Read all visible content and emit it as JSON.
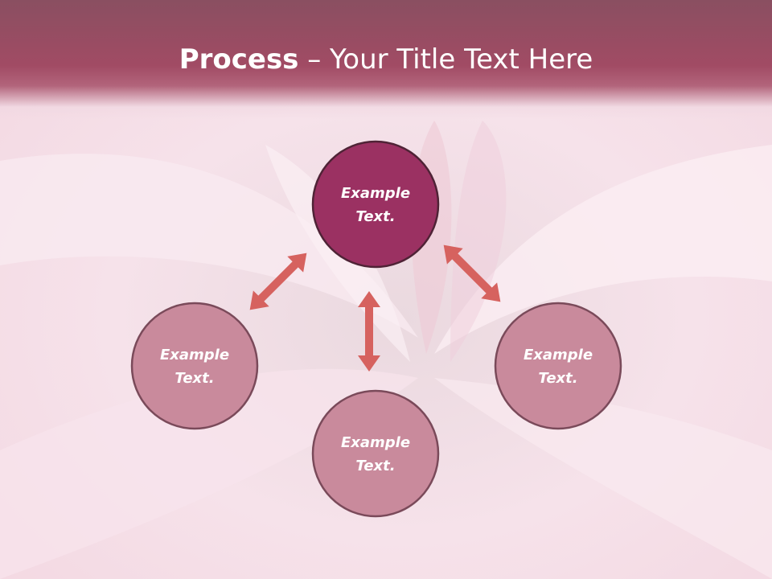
{
  "title": {
    "bold": "Process",
    "rest": " – Your Title Text Here"
  },
  "colors": {
    "title_bar": "#a14b64",
    "center_node_fill": "#9b3162",
    "outer_node_fill": "#c98a9c",
    "node_stroke": "#4f2336",
    "arrow": "#d6625f"
  },
  "nodes": [
    {
      "id": "center",
      "line1": "Example",
      "line2": "Text."
    },
    {
      "id": "left",
      "line1": "Example",
      "line2": "Text."
    },
    {
      "id": "bottom",
      "line1": "Example",
      "line2": "Text."
    },
    {
      "id": "right",
      "line1": "Example",
      "line2": "Text."
    }
  ]
}
